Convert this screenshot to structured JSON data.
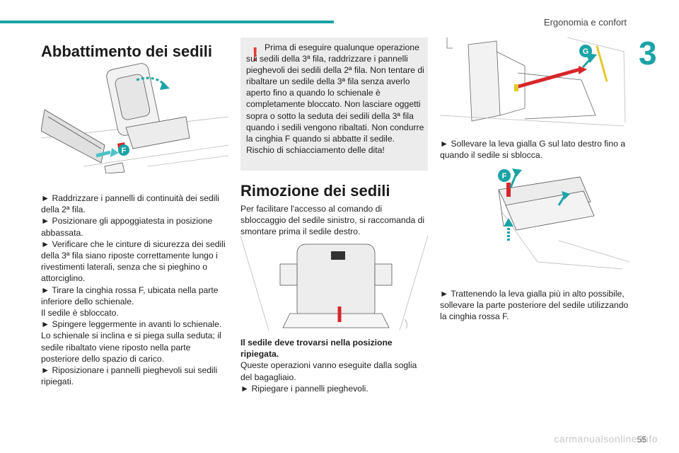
{
  "header": {
    "title": "Ergonomia e confort",
    "chapter": "3",
    "accent": "#1aa3a6"
  },
  "col1": {
    "heading": "Abbattimento dei sedili",
    "steps": [
      "► Raddrizzare i pannelli di continuità dei sedili della 2ª fila.",
      "► Posizionare gli appoggiatesta in posizione abbassata.",
      "► Verificare che le cinture di sicurezza dei sedili della 3ª fila siano riposte correttamente lungo i rivestimenti laterali, senza che si pieghino o attorciglino.",
      "► Tirare la cinghia rossa F, ubicata nella parte inferiore dello schienale.",
      "Il sedile è sbloccato.",
      "► Spingere leggermente in avanti lo schienale.",
      "Lo schienale si inclina e si piega sulla seduta; il sedile ribaltato viene riposto nella parte posteriore dello spazio di carico.",
      "► Riposizionare i pannelli pieghevoli sui sedili ripiegati."
    ],
    "figure_badge": "F"
  },
  "warning": {
    "icon": "!",
    "text": "Prima di eseguire qualunque operazione sui sedili della 3ª fila, raddrizzare i pannelli pieghevoli dei sedili della 2ª fila. Non tentare di ribaltare un sedile della 3ª fila senza averlo aperto fino a quando lo schienale è completamente bloccato. Non lasciare oggetti sopra o sotto la seduta dei sedili della 3ª fila quando i sedili vengono ribaltati. Non condurre la cinghia F quando si abbatte il sedile. Rischio di schiacciamento delle dita!"
  },
  "col2": {
    "heading": "Rimozione dei sedili",
    "intro": "Per facilitare l'accesso al comando di sbloccaggio del sedile sinistro, si raccomanda di smontare prima il sedile destro.",
    "note_bold": "Il sedile deve trovarsi nella posizione ripiegata.",
    "note": "Queste operazioni vanno eseguite dalla soglia del bagagliaio.",
    "step": "► Ripiegare i pannelli pieghevoli."
  },
  "col3": {
    "badge_g": "G",
    "step1": "► Sollevare la leva gialla G sul lato destro fino a quando il sedile si sblocca.",
    "badge_f": "F",
    "step2": "► Trattenendo la leva gialla più in alto possibile, sollevare la parte posteriore del sedile utilizzando la cinghia rossa F."
  },
  "footer": {
    "page": "55",
    "watermark": "carmanualsonline.info"
  }
}
